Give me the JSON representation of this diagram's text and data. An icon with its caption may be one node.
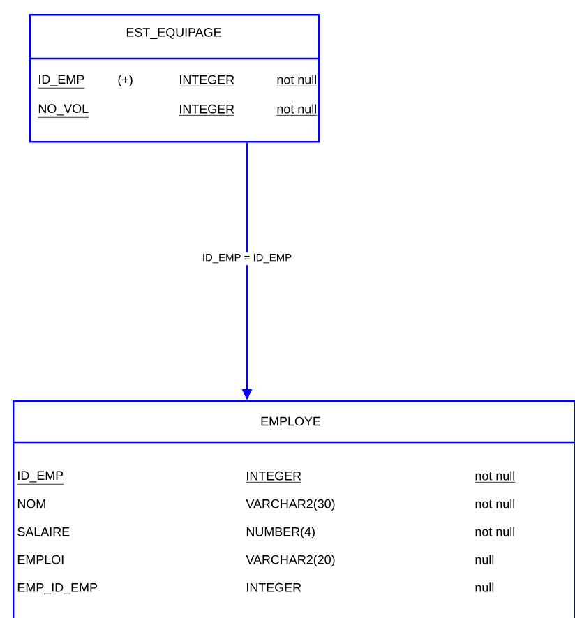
{
  "diagram": {
    "nodes": [
      {
        "text": [
          "EST_EQUIPAGE",
          "ID_EMP",
          "(+)",
          "INTEGER",
          "not null",
          "NO_VOL",
          "INTEGER",
          "not null"
        ]
      },
      {
        "text": [
          "EMPLOYE",
          "ID_EMP",
          "INTEGER",
          "not null",
          "NOM",
          "VARCHAR2(30)",
          "not null",
          "SALAIRE",
          "NUMBER(4)",
          "not null",
          "EMPLOI",
          "VARCHAR2(20)",
          "null",
          "EMP_ID_EMP",
          "INTEGER",
          "null"
        ]
      }
    ],
    "edges": [
      {
        "from": 0,
        "to": 1,
        "arrow": "to",
        "label": "ID_EMP = ID_EMP"
      }
    ]
  }
}
